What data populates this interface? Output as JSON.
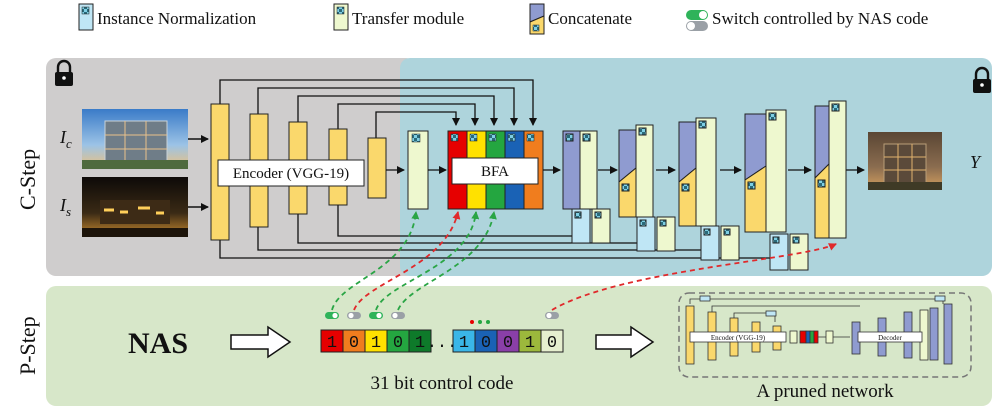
{
  "legend": {
    "instance_norm": "Instance Normalization",
    "transfer_module": "Transfer module",
    "concatenate": "Concatenate",
    "switch": "Switch controlled by NAS code"
  },
  "cstep": {
    "label": "C-Step",
    "input_content": "I",
    "input_content_sub": "c",
    "input_style": "I",
    "input_style_sub": "s",
    "encoder": "Encoder (VGG-19)",
    "bfa": "BFA",
    "output": "Y"
  },
  "pstep": {
    "label": "P-Step",
    "nas": "NAS",
    "code_caption": "31 bit control code",
    "code_bits_left": [
      "1",
      "0",
      "1",
      "0",
      "1"
    ],
    "code_ellipsis": "...",
    "code_bits_right": [
      "1",
      "0",
      "0",
      "1",
      "0"
    ],
    "pruned_caption": "A pruned network",
    "mini_encoder": "Encoder (VGG-19)",
    "mini_decoder": "Decoder"
  },
  "colors": {
    "gray_panel": "#cfcdcd",
    "teal_panel": "#aed4dc",
    "green_panel": "#d7e7c9",
    "encoder_yellow": "#fad86c",
    "transfer_green": "#eef8cf",
    "decoder_blue": "#8f9bd0",
    "bit_red": "#e60000",
    "bit_orange": "#f07d1e",
    "bit_yellow": "#ffe100",
    "bit_green": "#24a640",
    "bit_darkgreen": "#0e7a2a",
    "bit_cyan": "#3ab6e8",
    "bit_blue": "#1a62b5",
    "bit_purple": "#8a3fa8",
    "bit_olive": "#9cb83c",
    "bit_pale": "#e6efcf",
    "arrow_red": "#e0292b",
    "arrow_green": "#2aa545"
  }
}
